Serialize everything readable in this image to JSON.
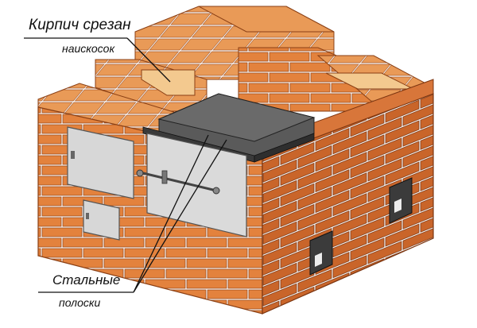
{
  "labels": {
    "cut_brick_line1": "Кирпич срезан",
    "cut_brick_line2": "наискосок",
    "steel_line1": "Стальные",
    "steel_line2": "полоски"
  },
  "colors": {
    "brick_front": "#e3823d",
    "brick_side": "#c9652a",
    "brick_top": "#e99a57",
    "mortar": "#ffffff",
    "brick_outline": "#8a3f14",
    "door_metal": "#d7d7d7",
    "door_dark": "#3b3b3b",
    "steel_plate": "#555555",
    "inner_cut": "#f3c98f",
    "leader_line": "#111111"
  },
  "icons": [
    "pointer-leader-line",
    "door-handle-icon",
    "vent-latch-icon"
  ]
}
